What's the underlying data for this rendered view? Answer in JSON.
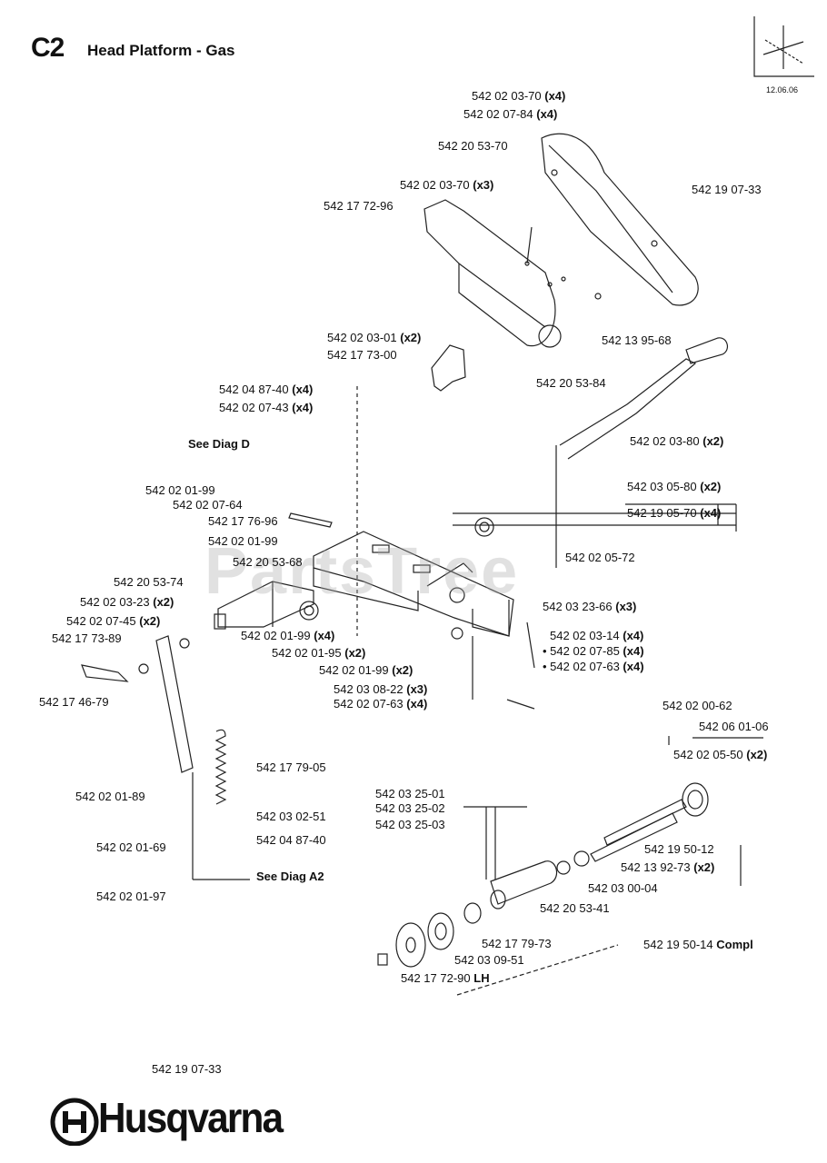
{
  "header": {
    "section_code": "C2",
    "title": "Head Platform - Gas",
    "date": "12.06.06"
  },
  "watermark": "PartsTree",
  "brand": {
    "name": "Husqvarna"
  },
  "part_numbers": [
    {
      "text": "542 02 03-70",
      "qty": "(x4)"
    },
    {
      "text": "542 02 07-84",
      "qty": "(x4)"
    },
    {
      "text": "542 20 53-70",
      "qty": ""
    },
    {
      "text": "542 19 07-33",
      "qty": ""
    },
    {
      "text": "542 02 03-70",
      "qty": "(x3)"
    },
    {
      "text": "542 17 72-96",
      "qty": ""
    },
    {
      "text": "542 02 03-01",
      "qty": "(x2)"
    },
    {
      "text": "542 17 73-00",
      "qty": ""
    },
    {
      "text": "542 13 95-68",
      "qty": ""
    },
    {
      "text": "542 20 53-84",
      "qty": ""
    },
    {
      "text": "542 04 87-40",
      "qty": "(x4)"
    },
    {
      "text": "542 02 07-43",
      "qty": "(x4)"
    },
    {
      "text": "542 02 03-80",
      "qty": "(x2)"
    },
    {
      "text": "542 02 01-99",
      "qty": ""
    },
    {
      "text": "542 02 07-64",
      "qty": ""
    },
    {
      "text": "542 17 76-96",
      "qty": ""
    },
    {
      "text": "542 03 05-80",
      "qty": "(x2)"
    },
    {
      "text": "542 19 05-70",
      "qty": "(x4)"
    },
    {
      "text": "542 02 01-99",
      "qty": ""
    },
    {
      "text": "542 20 53-68",
      "qty": ""
    },
    {
      "text": "542 02 05-72",
      "qty": ""
    },
    {
      "text": "542 20 53-74",
      "qty": ""
    },
    {
      "text": "542 02 03-23",
      "qty": "(x2)"
    },
    {
      "text": "542 03 23-66",
      "qty": "(x3)"
    },
    {
      "text": "542 02 07-45",
      "qty": "(x2)"
    },
    {
      "text": "542 17 73-89",
      "qty": ""
    },
    {
      "text": "542 02 01-99",
      "qty": "(x4)"
    },
    {
      "text": "542 02 03-14",
      "qty": "(x4)"
    },
    {
      "text": "542 02 01-95",
      "qty": "(x2)"
    },
    {
      "text": "542 02 07-85",
      "qty": "(x4)"
    },
    {
      "text": "542 02 07-63",
      "qty": "(x4)"
    },
    {
      "text": "542 02 01-99",
      "qty": "(x2)"
    },
    {
      "text": "542 03 08-22",
      "qty": "(x3)"
    },
    {
      "text": "542 02 07-63",
      "qty": "(x4)"
    },
    {
      "text": "542 17 46-79",
      "qty": ""
    },
    {
      "text": "542 02 00-62",
      "qty": ""
    },
    {
      "text": "542 06 01-06",
      "qty": ""
    },
    {
      "text": "542 02 05-50",
      "qty": "(x2)"
    },
    {
      "text": "542 17 79-05",
      "qty": ""
    },
    {
      "text": "542 02 01-89",
      "qty": ""
    },
    {
      "text": "542 03 02-51",
      "qty": ""
    },
    {
      "text": "542 03 25-01",
      "qty": ""
    },
    {
      "text": "542 03 25-02",
      "qty": ""
    },
    {
      "text": "542 03 25-03",
      "qty": ""
    },
    {
      "text": "542 04 87-40",
      "qty": ""
    },
    {
      "text": "542 02 01-69",
      "qty": ""
    },
    {
      "text": "542 19 50-12",
      "qty": ""
    },
    {
      "text": "542 13 92-73",
      "qty": "(x2)"
    },
    {
      "text": "542 03 00-04",
      "qty": ""
    },
    {
      "text": "542 02 01-97",
      "qty": ""
    },
    {
      "text": "542 20 53-41",
      "qty": ""
    },
    {
      "text": "542 19 50-14",
      "qty": "Compl"
    },
    {
      "text": "542 17 79-73",
      "qty": ""
    },
    {
      "text": "542 03 09-51",
      "qty": ""
    },
    {
      "text": "542 17 72-90",
      "qty": "LH"
    },
    {
      "text": "542 19 07-33",
      "qty": ""
    }
  ],
  "references": [
    {
      "text": "See Diag D"
    },
    {
      "text": "See Diag A2"
    }
  ]
}
